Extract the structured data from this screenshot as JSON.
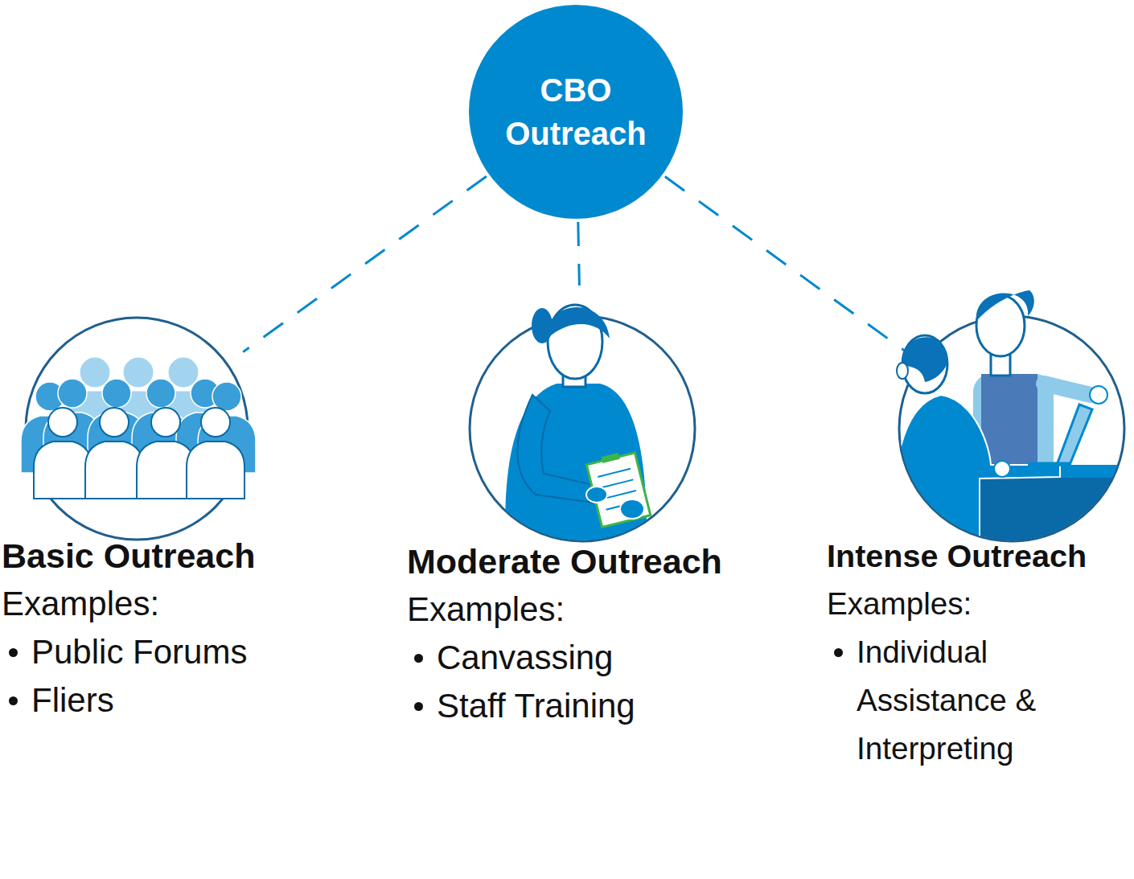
{
  "diagram": {
    "nodes": [
      {
        "text": [
          "CBO Outreach"
        ]
      },
      {
        "text": [
          "Basic Outreach",
          "Examples:",
          "Public Forums",
          "Fliers"
        ]
      },
      {
        "text": [
          "Moderate Outreach",
          "Examples:",
          "Canvassing",
          "Staff Training"
        ]
      },
      {
        "text": [
          "Intense Outreach",
          "Examples:",
          "Individual Assistance & Interpreting"
        ]
      }
    ],
    "edges": [
      {
        "from": 0,
        "to": 1,
        "arrow": "none"
      },
      {
        "from": 0,
        "to": 2,
        "arrow": "none"
      },
      {
        "from": 0,
        "to": 3,
        "arrow": "none"
      }
    ]
  }
}
